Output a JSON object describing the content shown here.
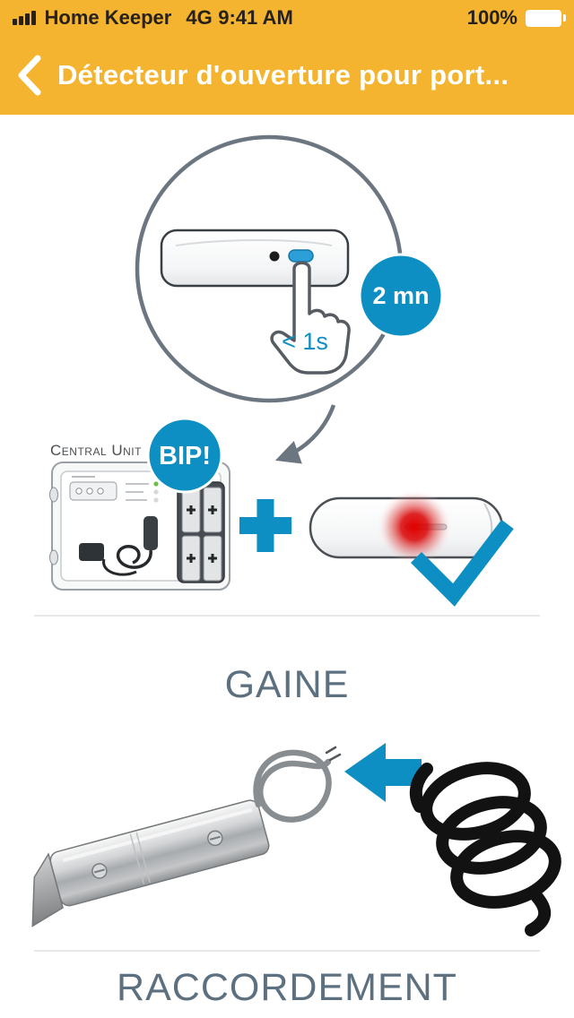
{
  "status_bar": {
    "carrier": "Home Keeper",
    "network": "4G",
    "time": "9:41 AM",
    "battery_percent": "100%"
  },
  "nav": {
    "title": "Détecteur d'ouverture pour port..."
  },
  "pairing": {
    "press_hint": "< 1s",
    "timer_badge": "2 mn",
    "central_unit_label": "Central Unit",
    "beep_badge": "BIP!",
    "plus_symbol": "+"
  },
  "sections": {
    "gaine_title": "GAINE",
    "raccordement_title": "RACCORDEMENT"
  },
  "colors": {
    "header_yellow": "#F5B42F",
    "accent_blue": "#0E8FC3",
    "heading_gray": "#5C7080",
    "led_red": "#DC0000",
    "outline_gray": "#6C7680"
  }
}
